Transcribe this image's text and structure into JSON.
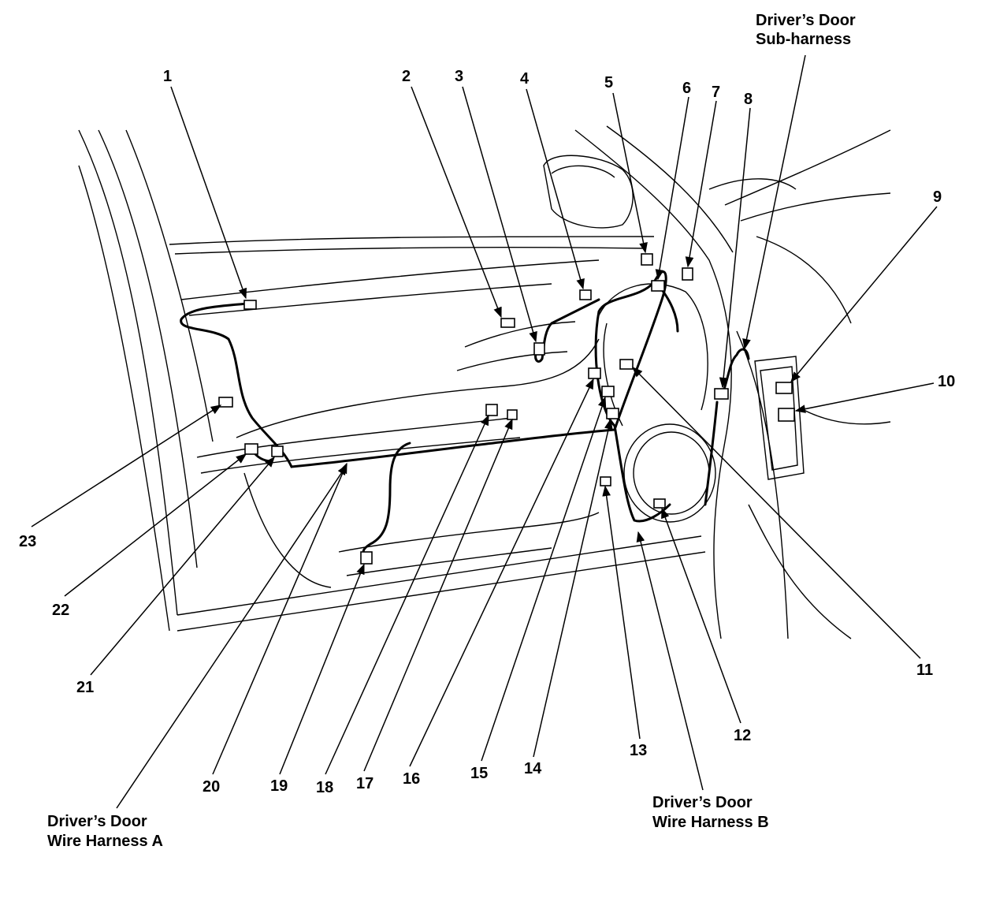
{
  "callouts": [
    "1",
    "2",
    "3",
    "4",
    "5",
    "6",
    "7",
    "8",
    "9",
    "10",
    "11",
    "12",
    "13",
    "14",
    "15",
    "16",
    "17",
    "18",
    "19",
    "20",
    "21",
    "22",
    "23"
  ],
  "harness_labels": {
    "sub_harness": [
      "Driver’s Door",
      "Sub-harness"
    ],
    "harness_a": [
      "Driver’s Door",
      "Wire Harness A"
    ],
    "harness_b": [
      "Driver’s Door",
      "Wire Harness B"
    ]
  }
}
